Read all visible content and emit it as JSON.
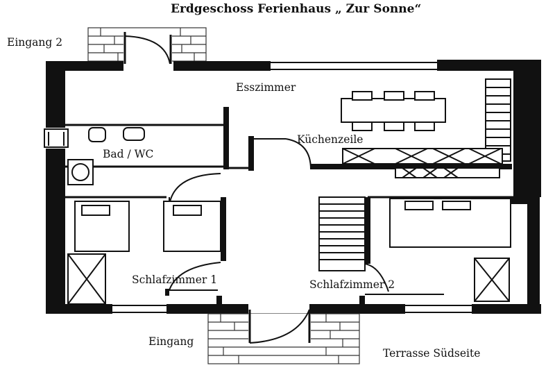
{
  "title": "Erdgeschoss Ferienhaus „ Zur Sonne“",
  "labels": {
    "eingang2": "Eingang 2",
    "esszimmer": "Esszimmer",
    "kuechenzeile": "Küchenzeile",
    "bad_wc": "Bad / WC",
    "schlafzimmer1": "Schlafzimmer 1",
    "schlafzimmer2": "Schlafzimmer 2",
    "eingang": "Eingang",
    "terrasse": "Terrasse Südseite"
  }
}
